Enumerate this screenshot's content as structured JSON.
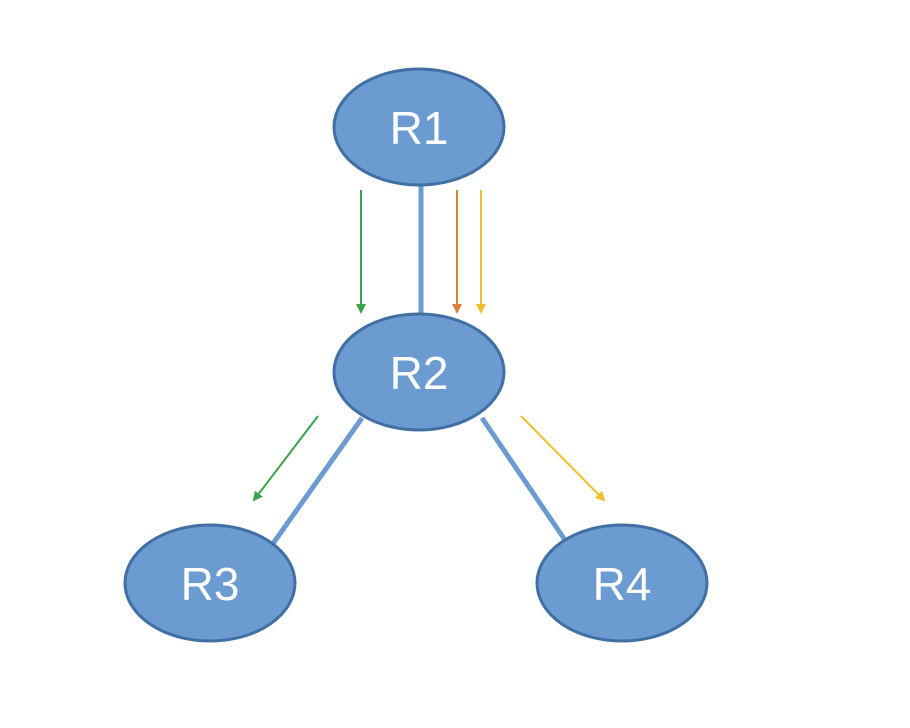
{
  "nodes": [
    {
      "id": "R1",
      "label": "R1"
    },
    {
      "id": "R2",
      "label": "R2"
    },
    {
      "id": "R3",
      "label": "R3"
    },
    {
      "id": "R4",
      "label": "R4"
    }
  ],
  "links": [
    {
      "from": "R1",
      "to": "R2"
    },
    {
      "from": "R2",
      "to": "R3"
    },
    {
      "from": "R2",
      "to": "R4"
    }
  ],
  "flows": [
    {
      "from": "R1",
      "to": "R2",
      "color": "green"
    },
    {
      "from": "R1",
      "to": "R2",
      "color": "orange"
    },
    {
      "from": "R1",
      "to": "R2",
      "color": "yellow"
    },
    {
      "from": "R2",
      "to": "R3",
      "color": "green"
    },
    {
      "from": "R2",
      "to": "R4",
      "color": "yellow"
    }
  ],
  "colors": {
    "node_fill": "#6b9bd1",
    "node_stroke": "#3f6fa3",
    "link": "#6b9bd1",
    "green": "#3aa34b",
    "orange": "#d9803a",
    "yellow": "#f0bf2e",
    "background": "#ffffff"
  }
}
